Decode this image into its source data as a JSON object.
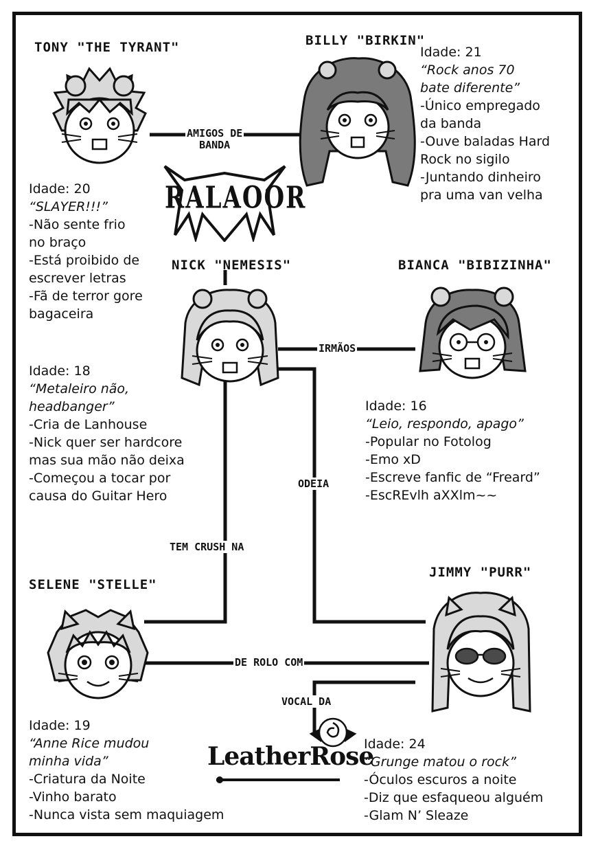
{
  "characters": {
    "tony": {
      "name": "Tony \"The Tyrant\"",
      "age": "Idade: 20",
      "quote": "“SLAYER!!!”",
      "facts": [
        "-Não sente frio\nno braço",
        "-Está proibido de\nescrever letras",
        "-Fã de terror gore\nbagaceira"
      ]
    },
    "billy": {
      "name": "Billy \"Birkin\"",
      "age": "Idade: 21",
      "quote": "“Rock anos 70\nbate diferente”",
      "facts": [
        "-Único empregado\nda banda",
        "-Ouve baladas Hard\nRock no sigilo",
        "-Juntando dinheiro\npra uma van velha"
      ]
    },
    "nick": {
      "name": "Nick \"Nemesis\"",
      "age": "Idade: 18",
      "quote": "“Metaleiro não,\nheadbanger”",
      "facts": [
        "-Cria de Lanhouse",
        "-Nick quer ser hardcore\nmas sua mão não deixa",
        "-Começou a tocar por\ncausa do Guitar Hero"
      ]
    },
    "bianca": {
      "name": "Bianca \"Bibizinha\"",
      "age": "Idade: 16",
      "quote": "“Leio, respondo, apago”",
      "facts": [
        "-Popular no Fotolog",
        "-Emo xD",
        "-Escreve fanfic de “Freard”",
        "-EscREvlh aXXlm~~"
      ]
    },
    "selene": {
      "name": "Selene \"Stelle\"",
      "age": "Idade: 19",
      "quote": "“Anne Rice mudou\nminha vida”",
      "facts": [
        "-Criatura da Noite",
        "-Vinho barato",
        "-Nunca vista sem maquiagem"
      ]
    },
    "jimmy": {
      "name": "Jimmy \"purr\"",
      "age": "Idade: 24",
      "quote": "“Grunge matou o rock”",
      "facts": [
        "-Óculos escuros a noite",
        "-Diz que esfaqueou alguém",
        "-Glam N’ Sleaze"
      ]
    }
  },
  "relations": {
    "amigos": "Amigos de\nbanda",
    "irmaos": "Irmãos",
    "odeia": "Odeia",
    "crush": "Tem Crush Na",
    "rolo": "De rolo com",
    "vocal": "Vocal da"
  },
  "logos": {
    "band1": "RALAOOR",
    "band2": "LeatherRose"
  },
  "colors": {
    "ink": "#111111",
    "paper": "#ffffff",
    "fur": "#d9d9d9",
    "billy_hair": "#7a7a7a",
    "glasses": "#4a4a4a"
  }
}
